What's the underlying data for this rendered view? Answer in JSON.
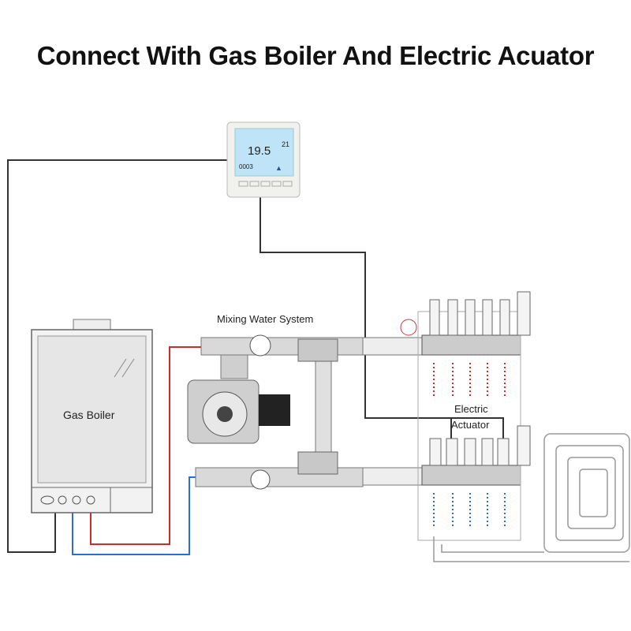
{
  "title": "Connect With Gas Boiler And Electric Acuator",
  "labels": {
    "mixing": "Mixing Water System",
    "boiler": "Gas Boiler",
    "actuator_line1": "Electric",
    "actuator_line2": "Actuator"
  },
  "thermostat": {
    "temperature": "19.5",
    "set_temp": "21",
    "clock": "0003"
  },
  "colors": {
    "hot_pipe": "#d62828",
    "cold_pipe": "#2a6fd6",
    "wire": "#333333",
    "lcd": "#bfe4f7"
  }
}
